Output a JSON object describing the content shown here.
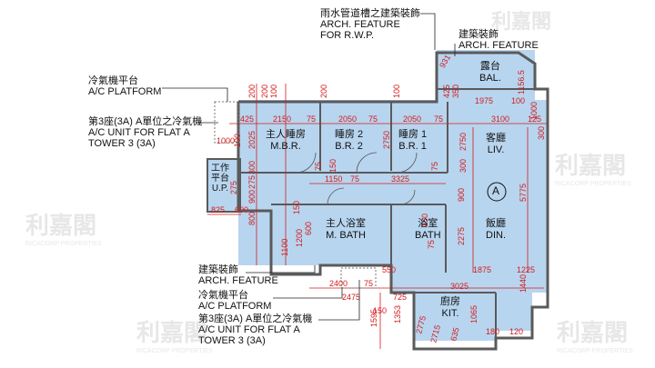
{
  "callouts": {
    "rwp_cn": "雨水管道槽之建築裝飾",
    "rwp_en1": "ARCH. FEATURE",
    "rwp_en2": "FOR R.W.P.",
    "arch_top_cn": "建築裝飾",
    "arch_top_en": "ARCH. FEATURE",
    "ac_top_cn": "冷氣機平台",
    "ac_top_en": "A/C PLATFORM",
    "unit_top_cn": "第3座(3A) A單位之冷氣機",
    "unit_top_en1": "A/C UNIT FOR FLAT A",
    "unit_top_en2": "TOWER 3 (3A)",
    "arch_bot_cn": "建築裝飾",
    "arch_bot_en": "ARCH. FEATURE",
    "ac_bot_cn": "冷氣機平台",
    "ac_bot_en": "A/C PLATFORM",
    "unit_bot_cn": "第3座(3A) A單位之冷氣機",
    "unit_bot_en1": "A/C UNIT FOR FLAT A",
    "unit_bot_en2": "TOWER 3 (3A)"
  },
  "rooms": {
    "mbr_cn": "主人睡房",
    "mbr_en": "M.B.R.",
    "br2_cn": "睡房 2",
    "br2_en": "B.R. 2",
    "br1_cn": "睡房 1",
    "br1_en": "B.R. 1",
    "liv_cn": "客廳",
    "liv_en": "LIV.",
    "bal_cn": "露台",
    "bal_en": "BAL.",
    "up_cn1": "工作",
    "up_cn2": "平台",
    "up_en": "U.P.",
    "mbath_cn": "主人浴室",
    "mbath_en": "M. BATH",
    "bath_cn": "浴室",
    "bath_en": "BATH",
    "din_cn": "飯廳",
    "din_en": "DIN.",
    "kit_cn": "廚房",
    "kit_en": "KIT."
  },
  "flat_marker": "A",
  "watermark": {
    "cn": "利嘉閣",
    "en": "RICACORP PROPERTIES"
  },
  "dims": {
    "h_top": [
      "425",
      "2150",
      "75",
      "2050",
      "75",
      "2050",
      "75",
      "1975",
      "100",
      "3100",
      "125"
    ],
    "h_mid": [
      "1150",
      "75",
      "3325"
    ],
    "h_left": [
      "825",
      "600"
    ],
    "h_bottom": [
      "2400",
      "75",
      "2475",
      "725",
      "3025",
      "1875",
      "1225",
      "150",
      "550"
    ],
    "v_left": [
      "200",
      "2025",
      "300",
      "275",
      "900",
      "800",
      "150",
      "1100",
      "1200",
      "600"
    ],
    "v_right": [
      "2750",
      "300",
      "5775",
      "1440",
      "1065",
      "900",
      "1595",
      "1353",
      "2275"
    ],
    "misc": [
      "200",
      "200",
      "150",
      "2750",
      "100",
      "75",
      "100",
      "75",
      "1156.5",
      "425",
      "350",
      "931",
      "100",
      "1000",
      "300",
      "1000",
      "275",
      "150",
      "75",
      "2775",
      "2715",
      "635",
      "180",
      "120"
    ]
  },
  "colors": {
    "floor": "#b8d5ef",
    "dim": "#d21c1c",
    "wall": "#5a5a5a"
  }
}
